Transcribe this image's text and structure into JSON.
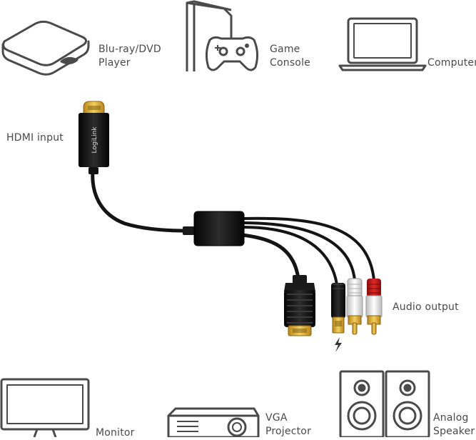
{
  "devices": {
    "bluray": {
      "line1": "Blu-ray/DVD",
      "line2": "Player"
    },
    "console": {
      "line1": "Game",
      "line2": "Console"
    },
    "computer": {
      "line1": "Computer"
    },
    "monitor": {
      "line1": "Monitor"
    },
    "projector": {
      "line1": "VGA",
      "line2": "Projector"
    },
    "speaker": {
      "line1": "Analog",
      "line2": "Speaker"
    }
  },
  "ports": {
    "hdmi_input": "HDMI input",
    "audio_output": "Audio output"
  },
  "brand": {
    "logo_text": "LogiLink"
  },
  "colors": {
    "icon_stroke": "#4a4a4a",
    "cable": "#141414",
    "gold": "#d9a227",
    "audio_white": "#e8e8e8",
    "audio_red": "#c01818"
  }
}
